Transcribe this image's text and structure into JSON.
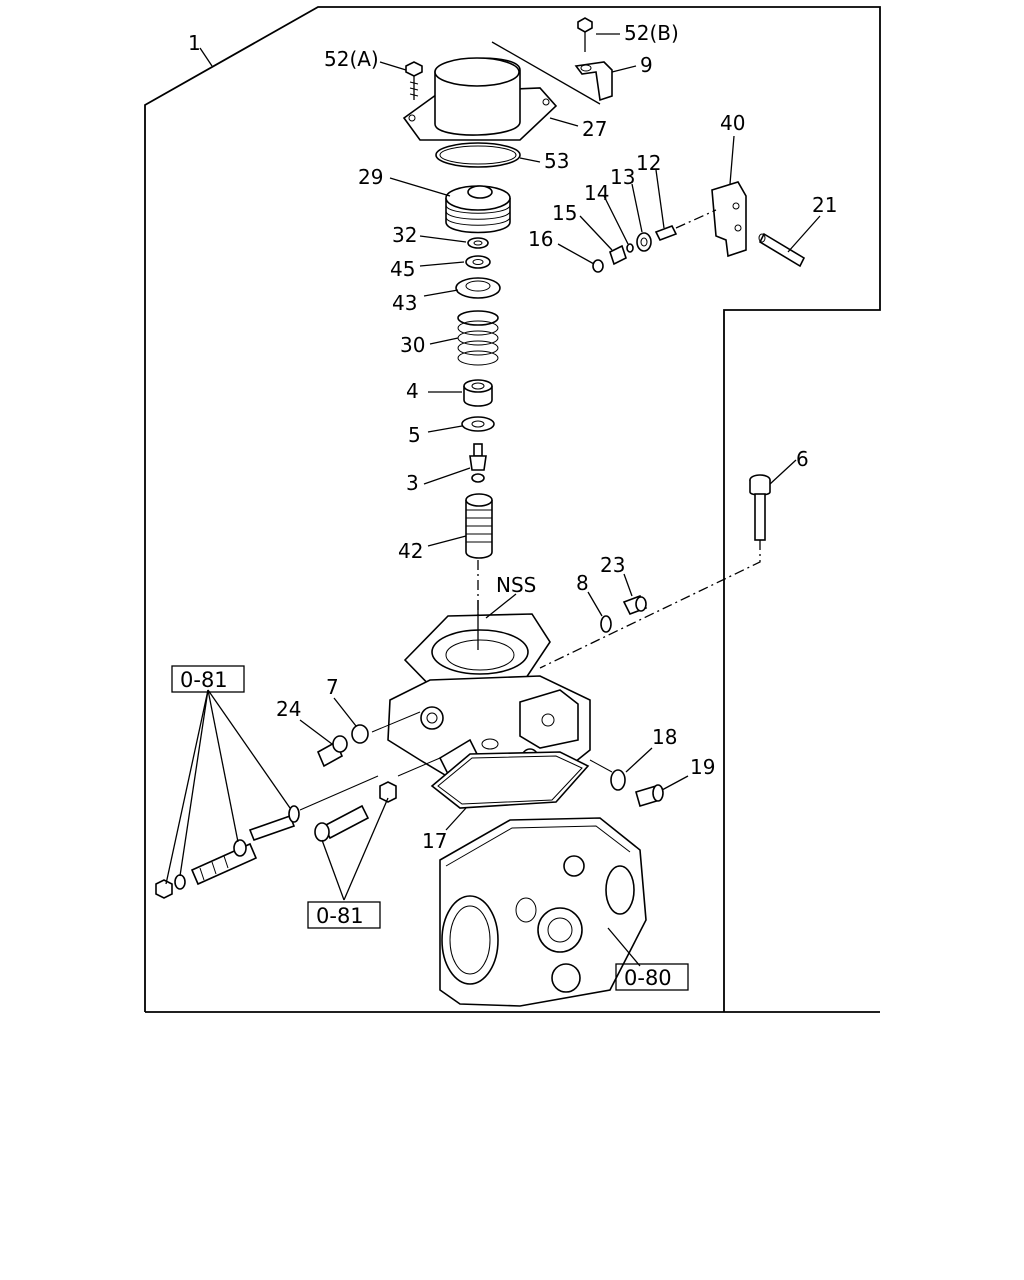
{
  "labels": {
    "l1": "1",
    "l52a": "52(A)",
    "l52b": "52(B)",
    "l9": "9",
    "l27": "27",
    "l53": "53",
    "l29": "29",
    "l32": "32",
    "l45": "45",
    "l43": "43",
    "l30": "30",
    "l4": "4",
    "l5": "5",
    "l3": "3",
    "l42": "42",
    "l40": "40",
    "l12": "12",
    "l13": "13",
    "l14": "14",
    "l15": "15",
    "l16": "16",
    "l21": "21",
    "l6": "6",
    "l23": "23",
    "l8": "8",
    "lNSS": "NSS",
    "l7": "7",
    "l24": "24",
    "l18": "18",
    "l19": "19",
    "l17": "17"
  },
  "refs": {
    "r081a": "0-81",
    "r081b": "0-81",
    "r080": "0-80"
  }
}
